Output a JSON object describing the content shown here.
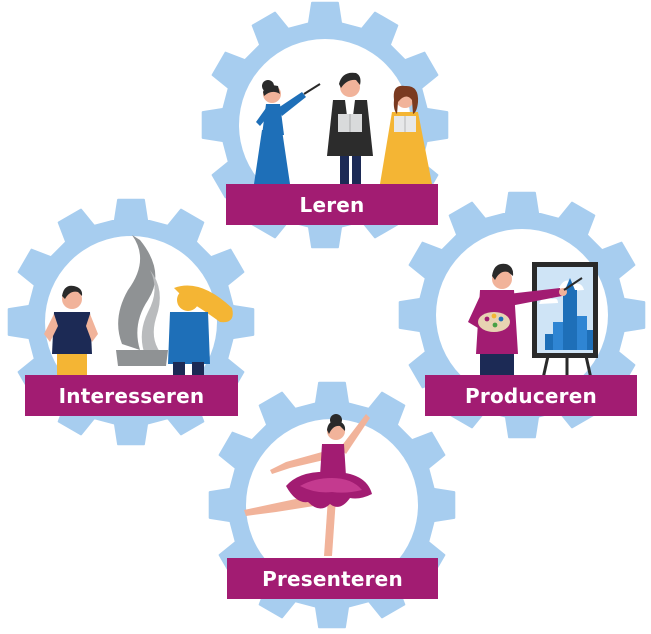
{
  "gears": [
    {
      "id": "leren",
      "label": "Leren",
      "illustration": "choir-and-conductor"
    },
    {
      "id": "interesseren",
      "label": "Interesseren",
      "illustration": "museum-visitors-with-sculpture"
    },
    {
      "id": "produceren",
      "label": "Produceren",
      "illustration": "painter-at-easel"
    },
    {
      "id": "presenteren",
      "label": "Presenteren",
      "illustration": "ballet-dancer"
    }
  ],
  "colors": {
    "gear": "#a7cdef",
    "gear_center": "#ffffff",
    "label_bg": "#a21c72",
    "label_text": "#ffffff"
  }
}
